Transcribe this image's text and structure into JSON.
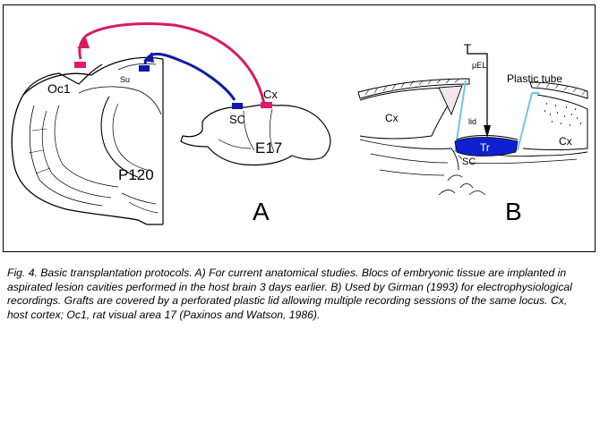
{
  "figure": {
    "panel_a": {
      "label_oc1": "Oc1",
      "label_su": "Su",
      "label_p120": "P120",
      "label_sc": "SC",
      "label_cx": "Cx",
      "label_e17": "E17",
      "panel_letter": "A"
    },
    "panel_b": {
      "label_electrode": "μEL",
      "label_plastic_tube": "Plastic tube",
      "label_cx_left": "Cx",
      "label_cx_right": "Cx",
      "label_lid": "lid",
      "label_tr": "Tr",
      "label_sc": "SC",
      "panel_letter": "B"
    },
    "colors": {
      "magenta": "#d81b60",
      "blue": "#0d1aa8",
      "graft_blue": "#1020d0",
      "tube_cyan": "#6ec6e6"
    }
  },
  "caption": "Fig. 4. Basic transplantation protocols. A) For current anatomical studies. Blocs of embryonic tissue are implanted in aspirated lesion cavities performed in the host brain 3 days earlier. B) Used by Girman (1993) for electrophysiological recordings. Grafts are covered by a perforated plastic lid allowing multiple recording sessions of the same locus. Cx, host cortex; Oc1, rat visual area 17 (Paxinos and Watson, 1986)."
}
